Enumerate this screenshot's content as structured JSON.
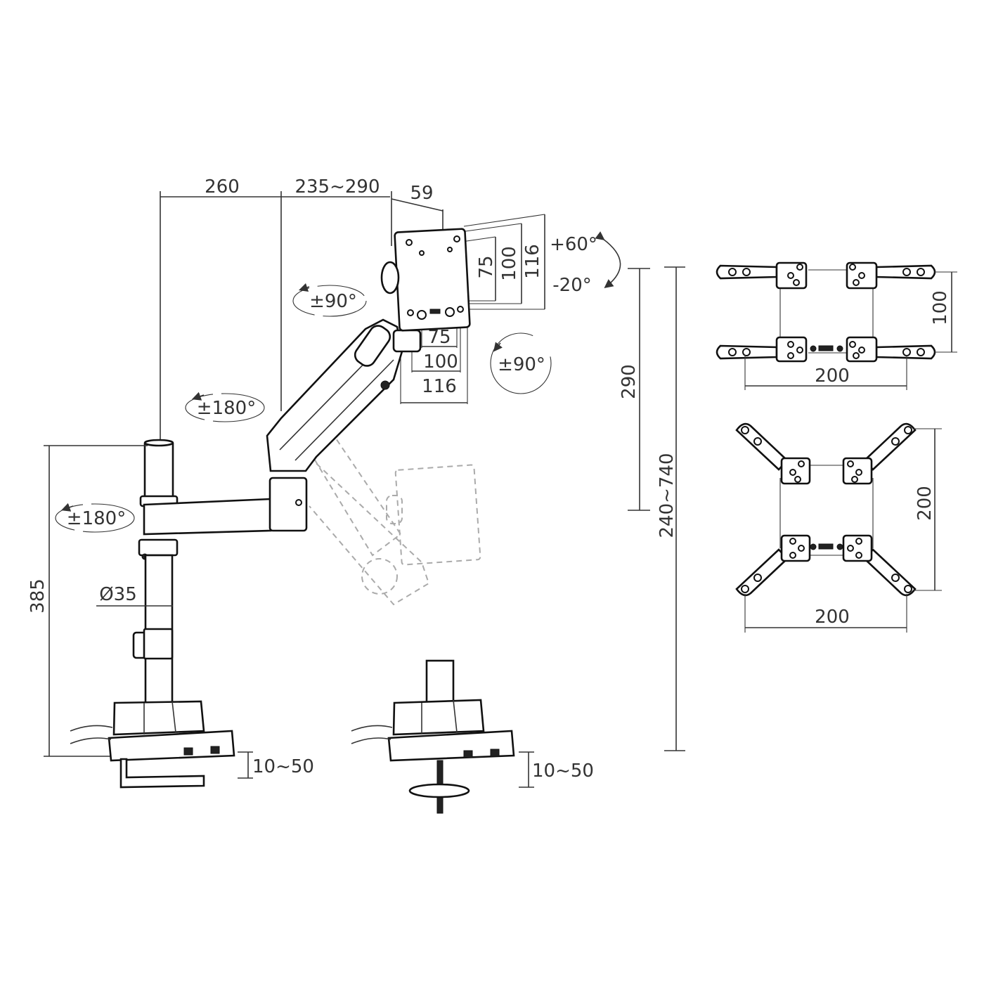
{
  "arm_dimensions": {
    "arm_reach_1": "260",
    "arm_reach_2": "235~290",
    "head_depth": "59",
    "vesa_h_75": "75",
    "vesa_h_100": "100",
    "vesa_h_116": "116",
    "vesa_w_75": "75",
    "vesa_w_100": "100",
    "vesa_w_116": "116",
    "tilt_up": "+60°",
    "tilt_down": "-20°",
    "rotation_head": "±90°",
    "rotation_screen": "±90°",
    "rotation_arm": "±180°",
    "rotation_base": "±180°",
    "arm_vertical_range": "290",
    "height_range": "240~740",
    "pole_height": "385",
    "pole_diameter": "Ø35",
    "clamp_thickness": "10~50",
    "grommet_thickness": "10~50"
  },
  "adapter_small": {
    "height": "100",
    "width": "200"
  },
  "adapter_large": {
    "height": "200",
    "width": "200"
  },
  "colors": {
    "line": "#333333",
    "part_outline": "#111111",
    "ghost": "#aaaaaa",
    "background": "#ffffff"
  }
}
